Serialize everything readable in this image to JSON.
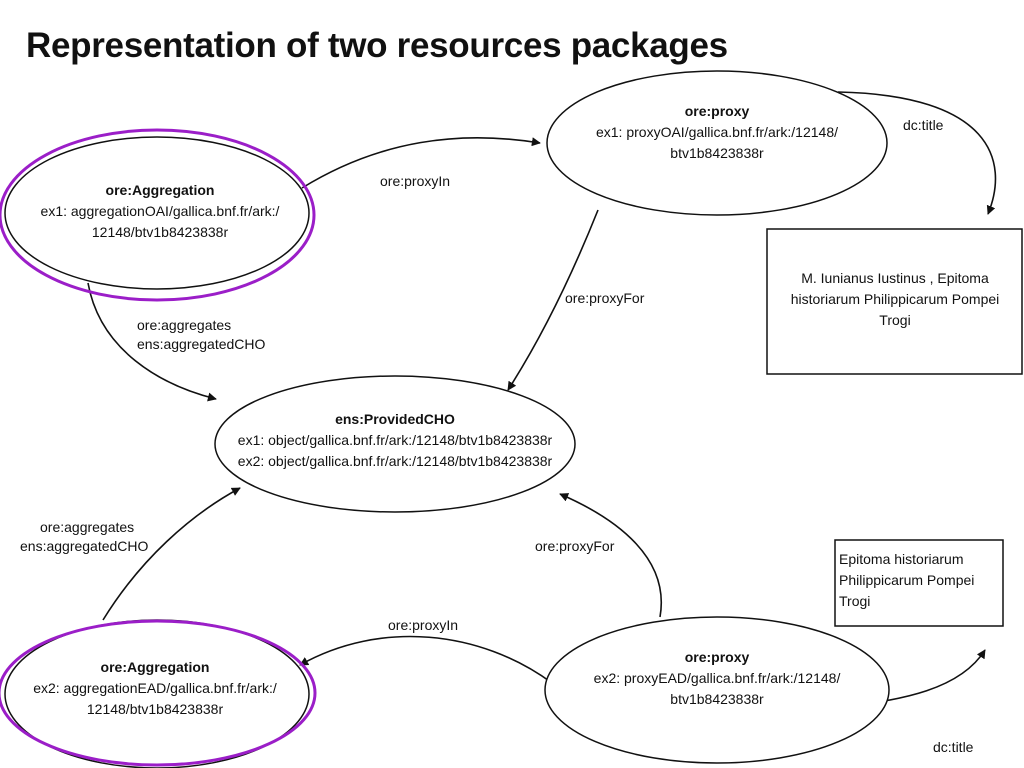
{
  "title": "Representation of two resources packages",
  "nodes": {
    "aggregation_oai": {
      "title": "ore:Aggregation",
      "lines": [
        "ex1: aggregationOAI/gallica.bnf.fr/ark:/",
        "12148/btv1b8423838r"
      ]
    },
    "proxy_oai": {
      "title": "ore:proxy",
      "lines": [
        "ex1: proxyOAI/gallica.bnf.fr/ark:/12148/",
        "btv1b8423838r"
      ]
    },
    "provided_cho": {
      "title": "ens:ProvidedCHO",
      "lines": [
        "ex1: object/gallica.bnf.fr/ark:/12148/btv1b8423838r",
        "ex2: object/gallica.bnf.fr/ark:/12148/btv1b8423838r"
      ]
    },
    "aggregation_ead": {
      "title": "ore:Aggregation",
      "lines": [
        "ex2: aggregationEAD/gallica.bnf.fr/ark:/",
        "12148/btv1b8423838r"
      ]
    },
    "proxy_ead": {
      "title": "ore:proxy",
      "lines": [
        "ex2: proxyEAD/gallica.bnf.fr/ark:/12148/",
        "btv1b8423838r"
      ]
    }
  },
  "literals": {
    "title_oai": [
      "M. Iunianus Iustinus , Epitoma",
      "historiarum Philippicarum Pompei",
      "Trogi"
    ],
    "title_ead": [
      "Epitoma historiarum",
      "Philippicarum Pompei",
      "Trogi"
    ]
  },
  "edges": {
    "proxyin_top": "ore:proxyIn",
    "dctitle_top": "dc:title",
    "proxyfor_top": "ore:proxyFor",
    "aggregates_top": [
      "ore:aggregates",
      "ens:aggregatedCHO"
    ],
    "aggregates_bottom": [
      "ore:aggregates",
      "ens:aggregatedCHO"
    ],
    "proxyfor_bottom": "ore:proxyFor",
    "proxyin_bottom": "ore:proxyIn",
    "dctitle_bottom": "dc:title"
  },
  "colors": {
    "highlight": "#9b1ec8",
    "stroke": "#111111"
  }
}
